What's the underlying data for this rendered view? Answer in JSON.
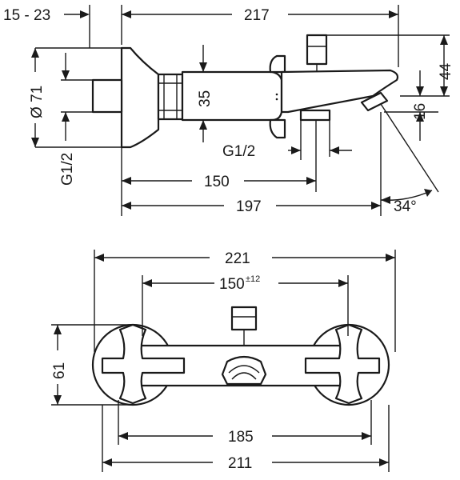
{
  "side_view": {
    "dims": {
      "wall_offset": "15 - 23",
      "total_length": "217",
      "diameter": "Ø 71",
      "g_thread_left": "G1/2",
      "body_height": "35",
      "spout_top": "44",
      "spout_drop": "16",
      "g_thread_bottom": "G1/2",
      "spout_distance": "150",
      "overall_length": "197",
      "spout_angle": "34°"
    }
  },
  "top_view": {
    "dims": {
      "overall_width": "221",
      "centre_distance": "150",
      "centre_tolerance": "±12",
      "height": "61",
      "body_width": "185",
      "rosette_width": "211"
    }
  }
}
